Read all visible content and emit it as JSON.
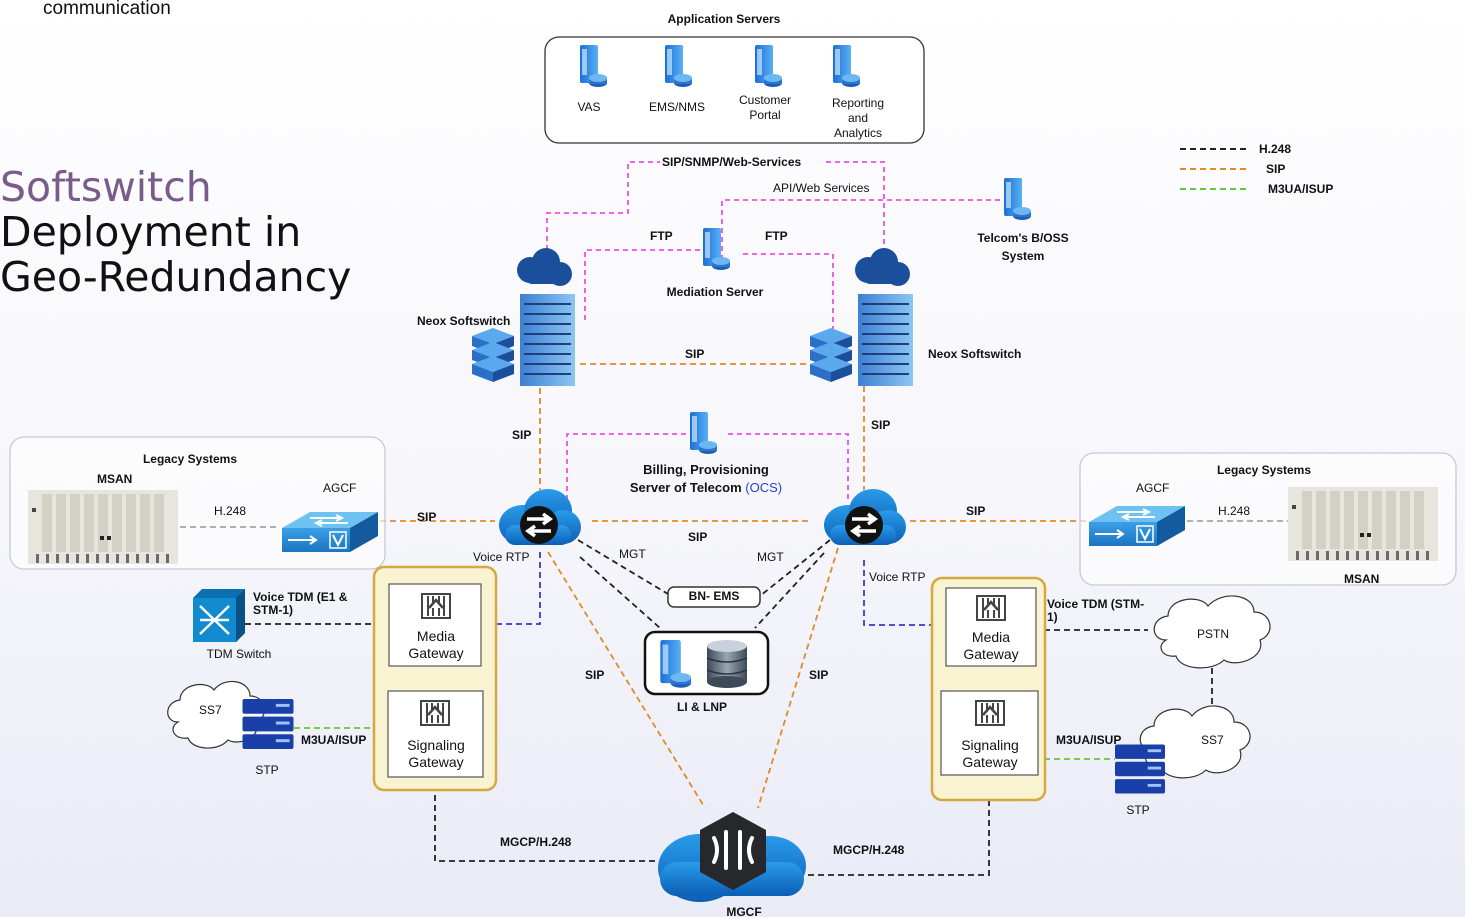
{
  "page": {
    "top_caption": "communication",
    "heading": {
      "line1": "Softswitch",
      "line2": "Deployment in",
      "line3": "Geo-Redundancy"
    }
  },
  "legend": [
    {
      "label": "H.248",
      "color": "#222222"
    },
    {
      "label": "SIP",
      "color": "#e08a2a"
    },
    {
      "label": "M3UA/ISUP",
      "color": "#5fc93a"
    }
  ],
  "colors": {
    "heading_accent": "#7a5c8a",
    "sip": "#e08a2a",
    "h248": "#222222",
    "m3ua": "#5fc93a",
    "web": "#f04fe0",
    "voice_rtp": "#3a3ac8",
    "gateway_panel": "#faf3d2",
    "gateway_border": "#d4aa40"
  },
  "app_servers": {
    "title": "Application Servers",
    "items": [
      "VAS",
      "EMS/NMS",
      "Customer Portal",
      "Reporting and Analytics"
    ]
  },
  "links": {
    "sip_snmp_web": "SIP/SNMP/Web-Services",
    "api_web": "API/Web Services",
    "ftp_left": "FTP",
    "ftp_right": "FTP",
    "sip_softswitch": "SIP",
    "sip_left_vertical": "SIP",
    "sip_right_vertical": "SIP",
    "sip_left_agcf": "SIP",
    "sip_right_agcf": "SIP",
    "sip_sbc": "SIP",
    "h248_left": "H.248",
    "h248_right": "H.248",
    "mgt_left": "MGT",
    "mgt_right": "MGT",
    "voice_rtp_left": "Voice RTP",
    "voice_rtp_right": "Voice RTP",
    "voice_tdm_left": "Voice TDM (E1 & STM-1)",
    "voice_tdm_right": "Voice TDM (STM-1)",
    "sip_mgcf_left": "SIP",
    "sip_mgcf_right": "SIP",
    "m3ua_left": "M3UA/ISUP",
    "m3ua_right": "M3UA/ISUP",
    "mgcp_left": "MGCP/H.248",
    "mgcp_right": "MGCP/H.248"
  },
  "nodes": {
    "telecom_boss": "Telcom's B/OSS System",
    "mediation": "Mediation Server",
    "softswitch_left": "Neox Softswitch",
    "softswitch_right": "Neox Softswitch",
    "billing_line1": "Billing, Provisioning",
    "billing_line2": "Server of Telecom",
    "billing_ocs": "(OCS)",
    "legacy_left_title": "Legacy Systems",
    "legacy_right_title": "Legacy Systems",
    "msan_left": "MSAN",
    "msan_right": "MSAN",
    "agcf_left": "AGCF",
    "agcf_right": "AGCF",
    "bn_ems": "BN- EMS",
    "li_lnp": "LI & LNP",
    "tdm_switch": "TDM Switch",
    "media_gateway_left": "Media Gateway",
    "signaling_gateway_left": "Signaling Gateway",
    "media_gateway_right": "Media Gateway",
    "signaling_gateway_right": "Signaling Gateway",
    "ss7_left": "SS7",
    "ss7_right": "SS7",
    "stp_left": "STP",
    "stp_right": "STP",
    "pstn": "PSTN",
    "mgcf": "MGCF"
  }
}
